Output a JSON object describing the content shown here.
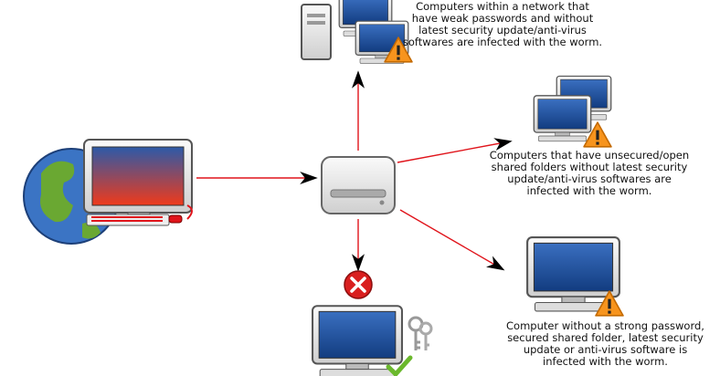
{
  "captions": {
    "weak_passwords": "Computers within a network that have weak passwords and without latest security update/anti-virus softwares are infected with the worm.",
    "shared_folders": "Computers that have unsecured/open shared folders without latest security update/anti-virus softwares are infected with the worm.",
    "no_protection": "Computer without a strong password, secured shared folder, latest security update or anti-virus software is infected with the worm."
  },
  "colors": {
    "arrow": "#e0141b",
    "warning": "#f7941d",
    "blocked": "#d91f1f",
    "safe_check": "#6ab82c",
    "screen_blue": "#1f4f9a",
    "infected_screen": "#e83a20"
  }
}
